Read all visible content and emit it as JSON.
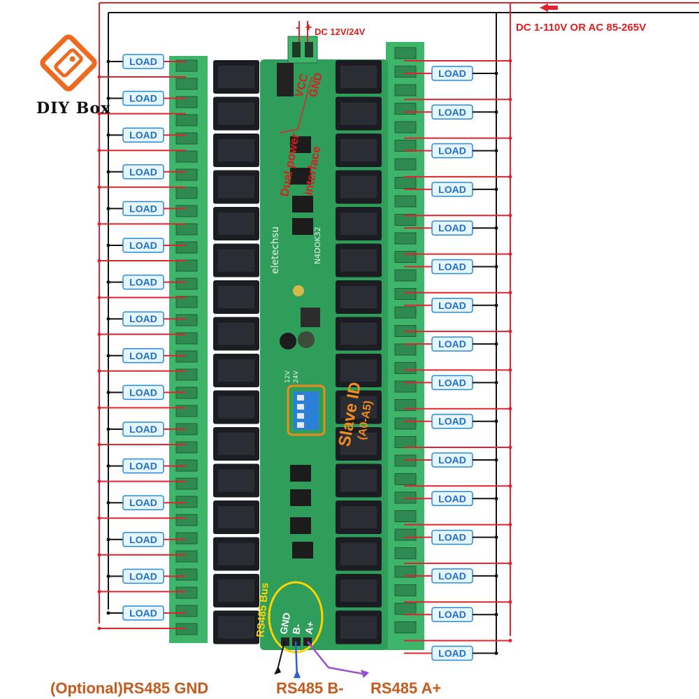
{
  "brand": {
    "name": "DIY Box",
    "logo_icon": "diy-box-logo-icon",
    "logo_color": "#ee6a1f"
  },
  "power": {
    "main_supply_label": "DC 1-110V OR AC 85-265V",
    "board_supply_label": "DC 12V/24V",
    "vcc_label": "VCC",
    "gnd_label": "GND",
    "minus_symbol": "-",
    "plus_symbol": "+"
  },
  "board": {
    "dual_power_label": "Dual power",
    "interface_label": "interface",
    "brand_print": "eletechsu",
    "model_print": "N4DOK32",
    "voltage_print_1": "12V",
    "voltage_print_2": "24V",
    "slave_id_label": "Slave ID",
    "slave_id_range": "(A0-A5)",
    "rs485_bus_label": "RS485 Bus",
    "pin_gnd": "GND",
    "pin_b": "B-",
    "pin_a": "A+"
  },
  "bottom_labels": {
    "gnd": "(Optional)RS485 GND",
    "b": "RS485 B-",
    "a": "RS485 A+"
  },
  "loads": {
    "left": [
      "LOAD",
      "LOAD",
      "LOAD",
      "LOAD",
      "LOAD",
      "LOAD",
      "LOAD",
      "LOAD",
      "LOAD",
      "LOAD",
      "LOAD",
      "LOAD",
      "LOAD",
      "LOAD",
      "LOAD",
      "LOAD"
    ],
    "right": [
      "LOAD",
      "LOAD",
      "LOAD",
      "LOAD",
      "LOAD",
      "LOAD",
      "LOAD",
      "LOAD",
      "LOAD",
      "LOAD",
      "LOAD",
      "LOAD",
      "LOAD",
      "LOAD",
      "LOAD",
      "LOAD"
    ]
  },
  "colors": {
    "board_green": "#2e9e5a",
    "terminal_green": "#3fb56c",
    "relay_black": "#1b1d22",
    "wire_red": "#e0232e",
    "wire_black": "#111111",
    "load_fill": "#e6f6ff",
    "load_stroke": "#2a8ad9",
    "label_orange": "#f08a1c",
    "label_red": "#d81e1e",
    "wire_blue": "#2a5fd6",
    "wire_purple": "#9a4fd0"
  }
}
